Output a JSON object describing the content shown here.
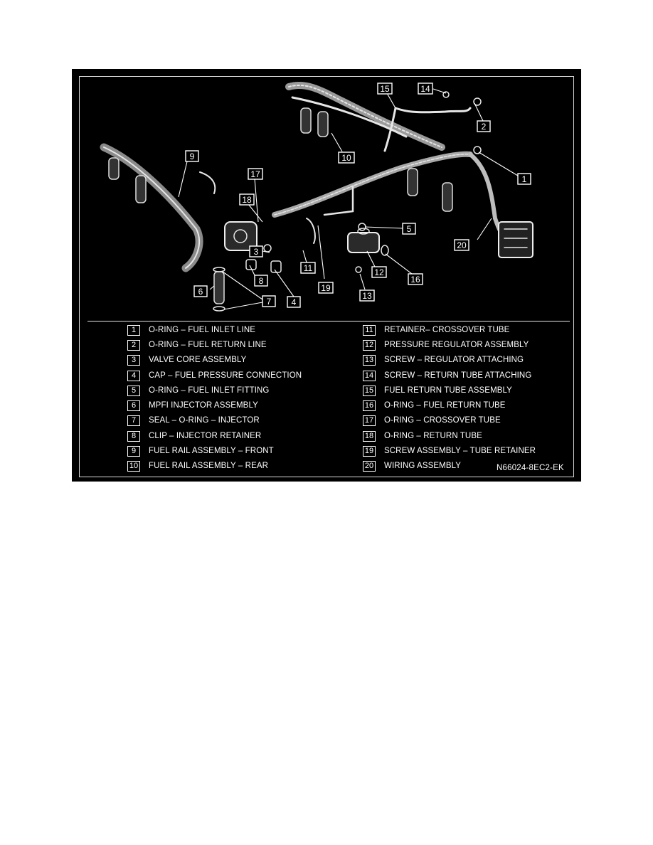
{
  "diagram": {
    "callouts": [
      "1",
      "2",
      "3",
      "4",
      "5",
      "6",
      "7",
      "8",
      "9",
      "10",
      "11",
      "12",
      "13",
      "14",
      "15",
      "16",
      "17",
      "18",
      "19",
      "20"
    ]
  },
  "legend": {
    "left": [
      {
        "num": "1",
        "text": "O-RING – FUEL INLET LINE"
      },
      {
        "num": "2",
        "text": "O-RING – FUEL RETURN LINE"
      },
      {
        "num": "3",
        "text": "VALVE CORE ASSEMBLY"
      },
      {
        "num": "4",
        "text": "CAP – FUEL PRESSURE CONNECTION"
      },
      {
        "num": "5",
        "text": "O-RING – FUEL INLET FITTING"
      },
      {
        "num": "6",
        "text": "MPFI INJECTOR ASSEMBLY"
      },
      {
        "num": "7",
        "text": "SEAL – O-RING – INJECTOR"
      },
      {
        "num": "8",
        "text": "CLIP – INJECTOR RETAINER"
      },
      {
        "num": "9",
        "text": "FUEL RAIL ASSEMBLY – FRONT"
      },
      {
        "num": "10",
        "text": "FUEL RAIL ASSEMBLY – REAR"
      }
    ],
    "right": [
      {
        "num": "11",
        "text": "RETAINER– CROSSOVER TUBE"
      },
      {
        "num": "12",
        "text": "PRESSURE REGULATOR ASSEMBLY"
      },
      {
        "num": "13",
        "text": "SCREW – REGULATOR ATTACHING"
      },
      {
        "num": "14",
        "text": "SCREW – RETURN TUBE ATTACHING"
      },
      {
        "num": "15",
        "text": "FUEL RETURN TUBE ASSEMBLY"
      },
      {
        "num": "16",
        "text": "O-RING – FUEL RETURN TUBE"
      },
      {
        "num": "17",
        "text": "O-RING – CROSSOVER TUBE"
      },
      {
        "num": "18",
        "text": "O-RING – RETURN TUBE"
      },
      {
        "num": "19",
        "text": "SCREW ASSEMBLY – TUBE RETAINER"
      },
      {
        "num": "20",
        "text": "WIRING ASSEMBLY"
      }
    ]
  },
  "figure_code": "N66024-8EC2-EK"
}
